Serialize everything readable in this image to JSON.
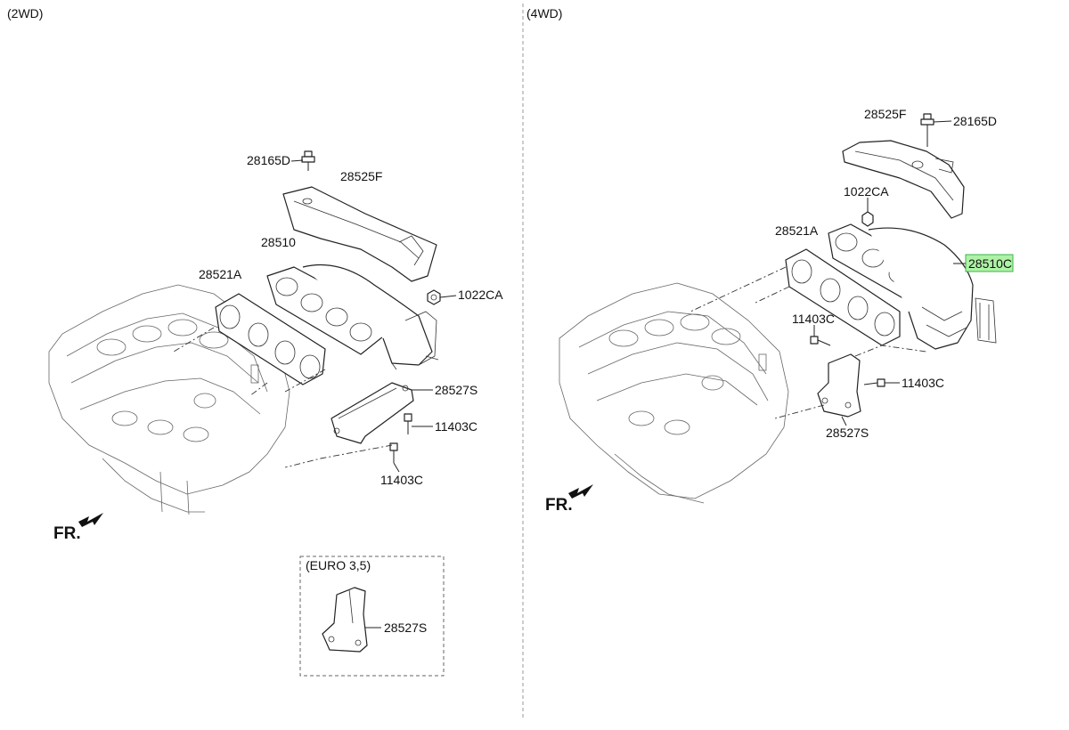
{
  "sections": {
    "left_title": "(2WD)",
    "right_title": "(4WD)",
    "inset_title": "(EURO 3,5)"
  },
  "labels_2wd": {
    "bolt_top": "28165D",
    "heat_protector": "28525F",
    "manifold": "28510",
    "gasket": "28521A",
    "nut": "1022CA",
    "stay": "28527S",
    "bolt_stay_upper": "11403C",
    "bolt_stay_lower": "11403C",
    "front": "FR."
  },
  "labels_4wd": {
    "heat_protector": "28525F",
    "bolt_top": "28165D",
    "nut": "1022CA",
    "gasket": "28521A",
    "manifold_highlighted": "28510C",
    "bolt_left": "11403C",
    "bolt_right": "11403C",
    "stay": "28527S",
    "front": "FR."
  },
  "labels_inset": {
    "stay": "28527S"
  },
  "colors": {
    "highlight_fill": "#aef2a6",
    "highlight_border": "#3cb44b",
    "line": "#222222"
  }
}
